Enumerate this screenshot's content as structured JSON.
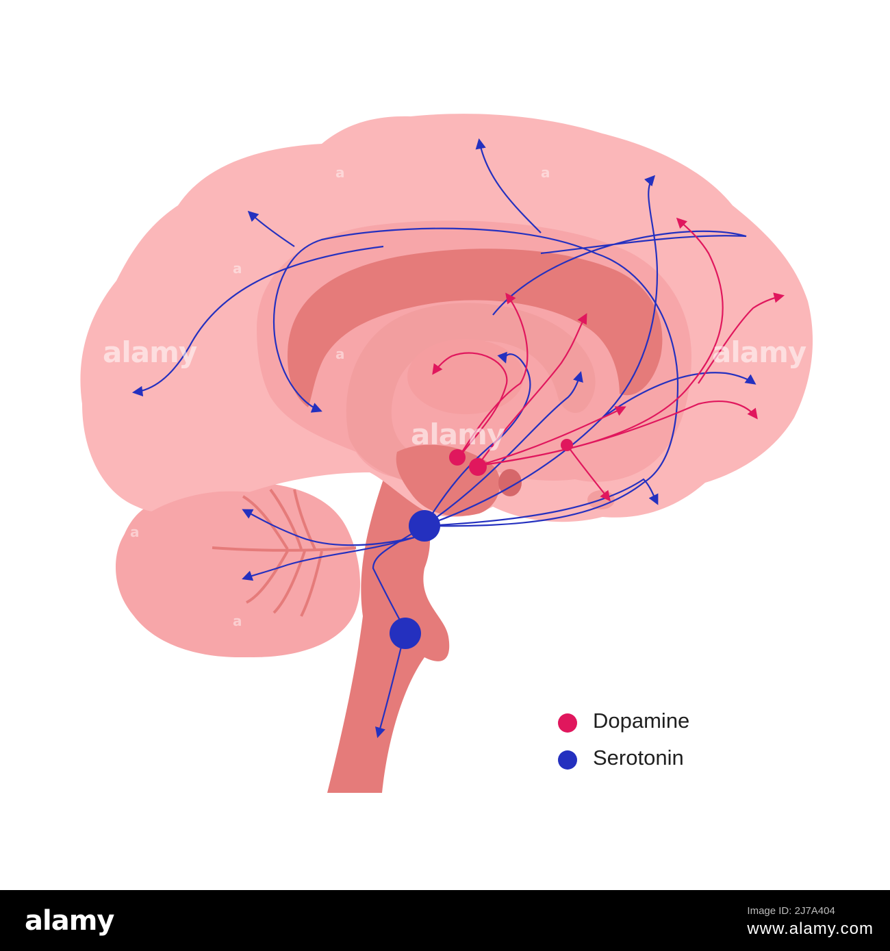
{
  "legend": [
    {
      "label": "Dopamine",
      "color": "#e0175d"
    },
    {
      "label": "Serotonin",
      "color": "#2430bf"
    }
  ],
  "colors": {
    "cortex": "#fbb7b9",
    "cortex_dark": "#f29e9f",
    "inner": "#f59ea0",
    "deep": "#e57b7a",
    "dopamine": "#e0175d",
    "serotonin": "#2430bf"
  },
  "watermark": {
    "text": "alamy",
    "small": "a"
  },
  "footer": {
    "logo": "alamy",
    "line1": "Image ID: 2J7A404",
    "line2": "www.alamy.com"
  }
}
